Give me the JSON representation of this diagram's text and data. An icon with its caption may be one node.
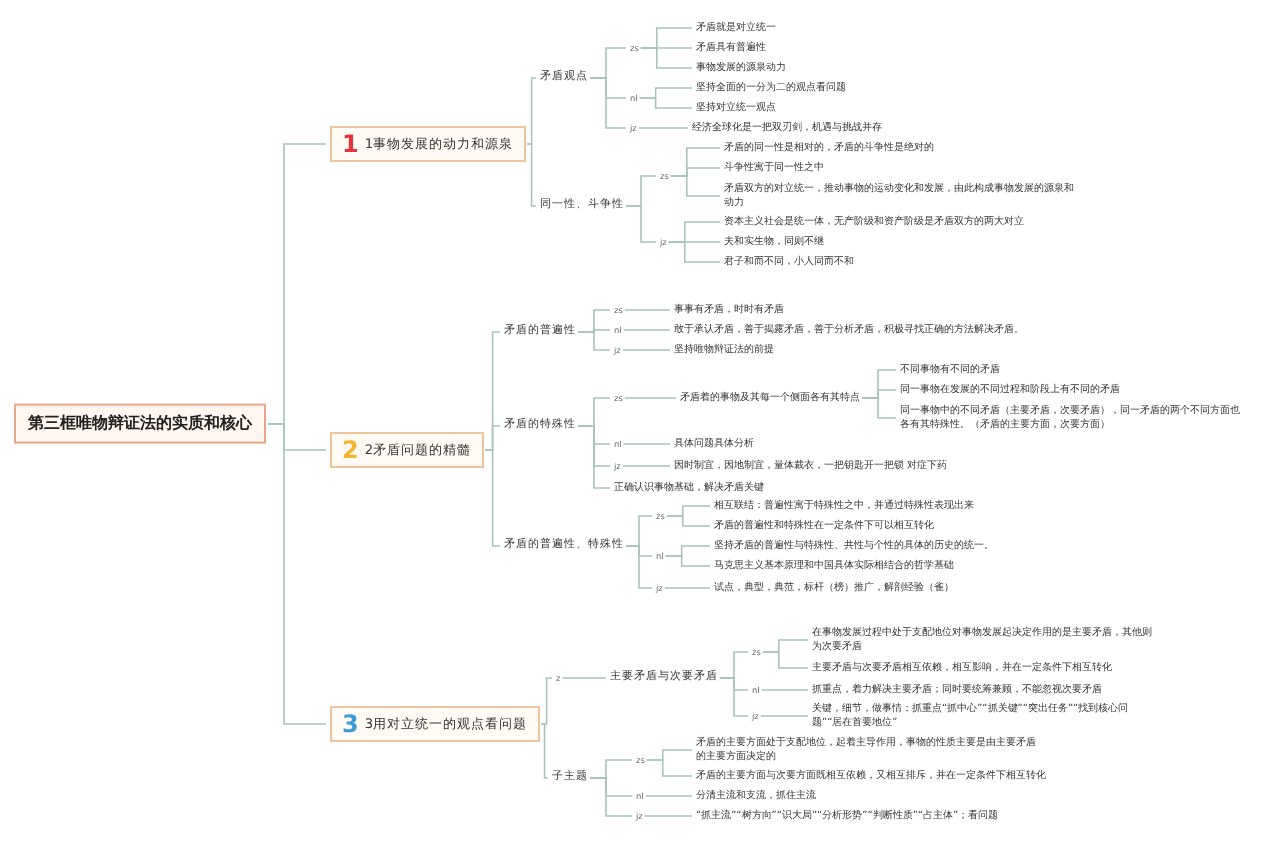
{
  "diagram": {
    "nodes": [
      {
        "text": [
          "第三框唯物辩证法的实质和核心"
        ]
      },
      {
        "text": [
          "1",
          "1事物发展的动力和源泉"
        ]
      },
      {
        "text": [
          "矛盾观点"
        ]
      },
      {
        "text": [
          "zs"
        ]
      },
      {
        "text": [
          "矛盾就是对立统一"
        ]
      },
      {
        "text": [
          "矛盾具有普遍性"
        ]
      },
      {
        "text": [
          "事物发展的源泉动力"
        ]
      },
      {
        "text": [
          "nl"
        ]
      },
      {
        "text": [
          "坚持全面的一分为二的观点看问题"
        ]
      },
      {
        "text": [
          "坚持对立统一观点"
        ]
      },
      {
        "text": [
          "jz"
        ]
      },
      {
        "text": [
          "经济全球化是一把双刃剑，机遇与挑战并存"
        ]
      },
      {
        "text": [
          "同一性、斗争性"
        ]
      },
      {
        "text": [
          "zs"
        ]
      },
      {
        "text": [
          "矛盾的同一性是相对的，矛盾的斗争性是绝对的"
        ]
      },
      {
        "text": [
          "斗争性寓于同一性之中"
        ]
      },
      {
        "text": [
          "矛盾双方的对立统一，推动事物的运动变化和发展，由此构成事物发展的源泉和动力"
        ]
      },
      {
        "text": [
          "jz"
        ]
      },
      {
        "text": [
          "资本主义社会是统一体，无产阶级和资产阶级是矛盾双方的两大对立"
        ]
      },
      {
        "text": [
          "夫和实生物，同则不继"
        ]
      },
      {
        "text": [
          "君子和而不同，小人同而不和"
        ]
      },
      {
        "text": [
          "2",
          "2矛盾问题的精髓"
        ]
      },
      {
        "text": [
          "矛盾的普遍性"
        ]
      },
      {
        "text": [
          "zs"
        ]
      },
      {
        "text": [
          "事事有矛盾，时时有矛盾"
        ]
      },
      {
        "text": [
          "nl"
        ]
      },
      {
        "text": [
          "敢于承认矛盾，善于揭露矛盾，善于分析矛盾，积极寻找正确的方法解决矛盾。"
        ]
      },
      {
        "text": [
          "jz"
        ]
      },
      {
        "text": [
          "坚持唯物辩证法的前提"
        ]
      },
      {
        "text": [
          "矛盾的特殊性"
        ]
      },
      {
        "text": [
          "zs"
        ]
      },
      {
        "text": [
          "矛盾着的事物及其每一个侧面各有其特点"
        ]
      },
      {
        "text": [
          "不同事物有不同的矛盾"
        ]
      },
      {
        "text": [
          "同一事物在发展的不同过程和阶段上有不同的矛盾"
        ]
      },
      {
        "text": [
          "同一事物中的不同矛盾（主要矛盾，次要矛盾），同一矛盾的两个不同方面也各有其特殊性。（矛盾的主要方面，次要方面）"
        ]
      },
      {
        "text": [
          "nl"
        ]
      },
      {
        "text": [
          "具体问题具体分析"
        ]
      },
      {
        "text": [
          "jz"
        ]
      },
      {
        "text": [
          "因时制宜，因地制宜，量体裁衣，一把钥匙开一把锁 对症下药"
        ]
      },
      {
        "text": [
          "正确认识事物基础，解决矛盾关键"
        ]
      },
      {
        "text": [
          "矛盾的普遍性、特殊性"
        ]
      },
      {
        "text": [
          "zs"
        ]
      },
      {
        "text": [
          "相互联结：普遍性寓于特殊性之中，并通过特殊性表现出来"
        ]
      },
      {
        "text": [
          "矛盾的普遍性和特殊性在一定条件下可以相互转化"
        ]
      },
      {
        "text": [
          "nl"
        ]
      },
      {
        "text": [
          "坚持矛盾的普遍性与特殊性、共性与个性的具体的历史的统一。"
        ]
      },
      {
        "text": [
          "马克思主义基本原理和中国具体实际相结合的哲学基础"
        ]
      },
      {
        "text": [
          "jz"
        ]
      },
      {
        "text": [
          "试点，典型，典范，标杆（榜）推广，解剖经验（雀）"
        ]
      },
      {
        "text": [
          "3",
          "3用对立统一的观点看问题"
        ]
      },
      {
        "text": [
          "z"
        ]
      },
      {
        "text": [
          "主要矛盾与次要矛盾"
        ]
      },
      {
        "text": [
          "zs"
        ]
      },
      {
        "text": [
          "在事物发展过程中处于支配地位对事物发展起决定作用的是主要矛盾，其他则为次要矛盾"
        ]
      },
      {
        "text": [
          "主要矛盾与次要矛盾相互依赖，相互影响，并在一定条件下相互转化"
        ]
      },
      {
        "text": [
          "nl"
        ]
      },
      {
        "text": [
          "抓重点，着力解决主要矛盾；同时要统筹兼顾，不能忽视次要矛盾"
        ]
      },
      {
        "text": [
          "jz"
        ]
      },
      {
        "text": [
          "关键，细节，做事情；抓重点“抓中心”“抓关键”“突出任务”“找到核心问题”“居在首要地位”"
        ]
      },
      {
        "text": [
          "子主题"
        ]
      },
      {
        "text": [
          "zs"
        ]
      },
      {
        "text": [
          "矛盾的主要方面处于支配地位，起着主导作用，事物的性质主要是由主要矛盾的主要方面决定的"
        ]
      },
      {
        "text": [
          "矛盾的主要方面与次要方面既相互依赖，又相互排斥，并在一定条件下相互转化"
        ]
      },
      {
        "text": [
          "nl"
        ]
      },
      {
        "text": [
          "分清主流和支流，抓住主流"
        ]
      },
      {
        "text": [
          "jz"
        ]
      },
      {
        "text": [
          "“抓主流”“树方向”“识大局”“分析形势”“判断性质”“占主体”；看问题"
        ]
      }
    ],
    "edges": [
      {
        "from": 0,
        "to": 1,
        "arrow": "none"
      },
      {
        "from": 0,
        "to": 21,
        "arrow": "none"
      },
      {
        "from": 0,
        "to": 49,
        "arrow": "none"
      },
      {
        "from": 1,
        "to": 2,
        "arrow": "none"
      },
      {
        "from": 1,
        "to": 12,
        "arrow": "none"
      },
      {
        "from": 2,
        "to": 3,
        "arrow": "none"
      },
      {
        "from": 2,
        "to": 7,
        "arrow": "none"
      },
      {
        "from": 2,
        "to": 10,
        "arrow": "none"
      },
      {
        "from": 3,
        "to": 4,
        "arrow": "none"
      },
      {
        "from": 3,
        "to": 5,
        "arrow": "none"
      },
      {
        "from": 3,
        "to": 6,
        "arrow": "none"
      },
      {
        "from": 7,
        "to": 8,
        "arrow": "none"
      },
      {
        "from": 7,
        "to": 9,
        "arrow": "none"
      },
      {
        "from": 10,
        "to": 11,
        "arrow": "none"
      },
      {
        "from": 12,
        "to": 13,
        "arrow": "none"
      },
      {
        "from": 12,
        "to": 17,
        "arrow": "none"
      },
      {
        "from": 13,
        "to": 14,
        "arrow": "none"
      },
      {
        "from": 13,
        "to": 15,
        "arrow": "none"
      },
      {
        "from": 13,
        "to": 16,
        "arrow": "none"
      },
      {
        "from": 17,
        "to": 18,
        "arrow": "none"
      },
      {
        "from": 17,
        "to": 19,
        "arrow": "none"
      },
      {
        "from": 17,
        "to": 20,
        "arrow": "none"
      },
      {
        "from": 21,
        "to": 22,
        "arrow": "none"
      },
      {
        "from": 21,
        "to": 29,
        "arrow": "none"
      },
      {
        "from": 21,
        "to": 40,
        "arrow": "none"
      },
      {
        "from": 22,
        "to": 23,
        "arrow": "none"
      },
      {
        "from": 22,
        "to": 25,
        "arrow": "none"
      },
      {
        "from": 22,
        "to": 27,
        "arrow": "none"
      },
      {
        "from": 23,
        "to": 24,
        "arrow": "none"
      },
      {
        "from": 25,
        "to": 26,
        "arrow": "none"
      },
      {
        "from": 27,
        "to": 28,
        "arrow": "none"
      },
      {
        "from": 29,
        "to": 30,
        "arrow": "none"
      },
      {
        "from": 29,
        "to": 35,
        "arrow": "none"
      },
      {
        "from": 29,
        "to": 37,
        "arrow": "none"
      },
      {
        "from": 29,
        "to": 39,
        "arrow": "none"
      },
      {
        "from": 30,
        "to": 31,
        "arrow": "none"
      },
      {
        "from": 31,
        "to": 32,
        "arrow": "none"
      },
      {
        "from": 31,
        "to": 33,
        "arrow": "none"
      },
      {
        "from": 31,
        "to": 34,
        "arrow": "none"
      },
      {
        "from": 35,
        "to": 36,
        "arrow": "none"
      },
      {
        "from": 37,
        "to": 38,
        "arrow": "none"
      },
      {
        "from": 40,
        "to": 41,
        "arrow": "none"
      },
      {
        "from": 40,
        "to": 44,
        "arrow": "none"
      },
      {
        "from": 40,
        "to": 47,
        "arrow": "none"
      },
      {
        "from": 41,
        "to": 42,
        "arrow": "none"
      },
      {
        "from": 41,
        "to": 43,
        "arrow": "none"
      },
      {
        "from": 44,
        "to": 45,
        "arrow": "none"
      },
      {
        "from": 44,
        "to": 46,
        "arrow": "none"
      },
      {
        "from": 47,
        "to": 48,
        "arrow": "none"
      },
      {
        "from": 49,
        "to": 50,
        "arrow": "none"
      },
      {
        "from": 49,
        "to": 59,
        "arrow": "none"
      },
      {
        "from": 50,
        "to": 51,
        "arrow": "none"
      },
      {
        "from": 51,
        "to": 52,
        "arrow": "none"
      },
      {
        "from": 51,
        "to": 55,
        "arrow": "none"
      },
      {
        "from": 51,
        "to": 57,
        "arrow": "none"
      },
      {
        "from": 52,
        "to": 53,
        "arrow": "none"
      },
      {
        "from": 52,
        "to": 54,
        "arrow": "none"
      },
      {
        "from": 55,
        "to": 56,
        "arrow": "none"
      },
      {
        "from": 57,
        "to": 58,
        "arrow": "none"
      },
      {
        "from": 59,
        "to": 60,
        "arrow": "none"
      },
      {
        "from": 59,
        "to": 63,
        "arrow": "none"
      },
      {
        "from": 59,
        "to": 65,
        "arrow": "none"
      },
      {
        "from": 60,
        "to": 61,
        "arrow": "none"
      },
      {
        "from": 60,
        "to": 62,
        "arrow": "none"
      },
      {
        "from": 63,
        "to": 64,
        "arrow": "none"
      },
      {
        "from": 65,
        "to": 66,
        "arrow": "none"
      }
    ]
  }
}
